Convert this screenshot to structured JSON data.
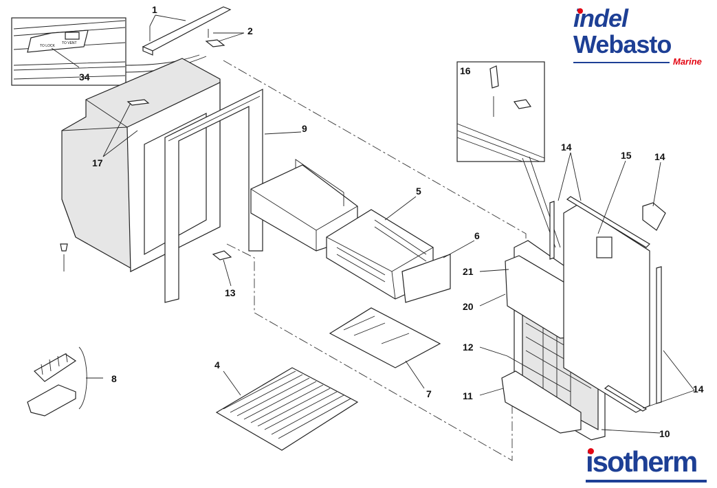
{
  "title": "Refrigerator exploded parts diagram",
  "brand_top": {
    "line1": "indel",
    "line2": "Webasto",
    "sub": "Marine",
    "blue": "#1d3f95",
    "red": "#e30613"
  },
  "brand_bottom": {
    "text": "isotherm",
    "blue": "#1d3f95",
    "red": "#e30613"
  },
  "inset_top": {
    "text_left": "TO LOCK",
    "text_right": "TO VENT",
    "part": "34"
  },
  "inset_right": {
    "part": "16"
  },
  "parts": {
    "p1": "1",
    "p2": "2",
    "p34": "34",
    "p17": "17",
    "p9": "9",
    "p5": "5",
    "p6": "6",
    "p13": "13",
    "p8": "8",
    "p4": "4",
    "p7": "7",
    "p16": "16",
    "p14a": "14",
    "p15": "15",
    "p14b": "14",
    "p21": "21",
    "p20": "20",
    "p12": "12",
    "p11": "11",
    "p10": "10",
    "p14c": "14"
  }
}
